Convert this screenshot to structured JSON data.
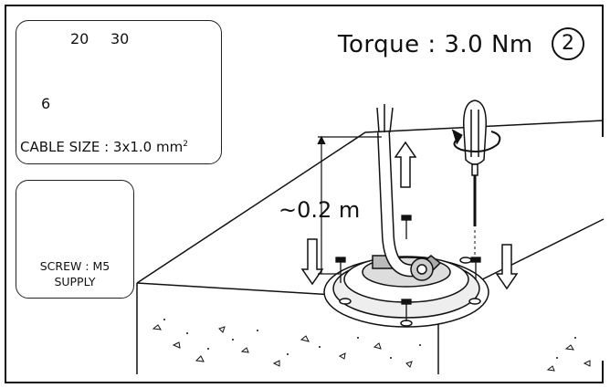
{
  "header": {
    "torque_label": "Torque : 3.0 Nm",
    "step_number": "2"
  },
  "cable_panel": {
    "dim_a": "20",
    "dim_b": "30",
    "dim_c": "6",
    "cable_size_label": "CABLE SIZE : 3x1.0 mm",
    "cable_size_exponent": "2"
  },
  "screw_panel": {
    "line1": "SCREW : M5",
    "line2": "SUPPLY"
  },
  "installation": {
    "distance_label": "~0.2 m"
  },
  "icons": [
    "cable-icon",
    "screw-icon",
    "screwdriver-icon",
    "rotation-arrow-icon",
    "up-arrow-icon",
    "down-arrow-icon",
    "mounting-base-icon",
    "concrete-block-icon"
  ]
}
